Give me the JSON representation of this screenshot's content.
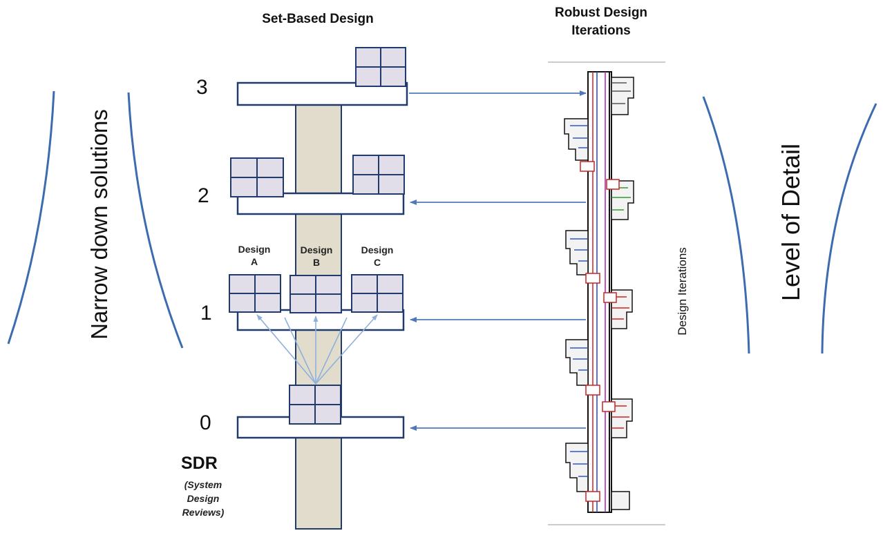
{
  "headers": {
    "set_based": "Set-Based Design",
    "robust_line1": "Robust Design",
    "robust_line2": "Iterations"
  },
  "levels": [
    "3",
    "2",
    "1",
    "0"
  ],
  "designs": [
    {
      "line1": "Design",
      "line2": "A"
    },
    {
      "line1": "Design",
      "line2": "B"
    },
    {
      "line1": "Design",
      "line2": "C"
    }
  ],
  "sdr": {
    "title": "SDR",
    "line1": "(System",
    "line2": "Design",
    "line3": "Reviews)"
  },
  "side_labels": {
    "left": "Narrow down solutions",
    "right": "Level of Detail",
    "iterations": "Design Iterations"
  },
  "colors": {
    "platform_border": "#1f3a6b",
    "column_fill": "#e2dccd",
    "block_fill": "#e1dde9",
    "arrow": "#4f78b8",
    "bracket": "#3c6bb0"
  }
}
